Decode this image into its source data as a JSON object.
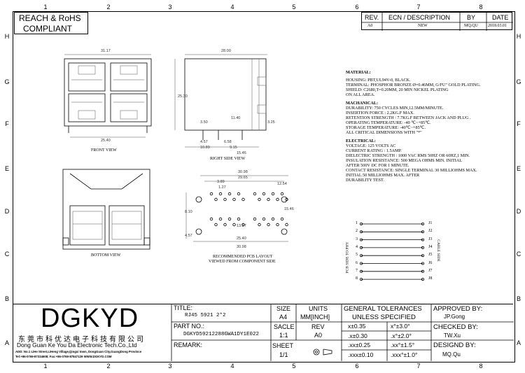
{
  "compliance": {
    "line1": "REACH & RoHS",
    "line2": "COMPLIANT"
  },
  "zones": {
    "columns": [
      "1",
      "2",
      "3",
      "4",
      "5",
      "6",
      "7",
      "8"
    ],
    "rows": [
      "H",
      "G",
      "F",
      "E",
      "D",
      "C",
      "B",
      "A"
    ]
  },
  "revision": {
    "headers": {
      "rev": "REV.",
      "desc": "ECN / DESCRIPTION",
      "by": "BY",
      "date": "DATE"
    },
    "row": {
      "rev": "A0",
      "desc": "NEW",
      "by": "MQ.QU",
      "date": "2018.03.01"
    }
  },
  "views": {
    "front": "FRONT VIEW",
    "side": "RIGHT SIDE VIEW",
    "bottom": "BOTTOM VIEW",
    "pcb_line1": "RECOMMENDED PCB LAYOUT",
    "pcb_line2": "VIEWED FROM COMPONENT SIDE"
  },
  "dimensions": {
    "front_width": "31.17",
    "front_base": "25.40",
    "side_width": "28.00",
    "side_height": "25.30",
    "side_a": "11.40",
    "side_b": "4.57",
    "side_c": "10.89",
    "side_d": "6.58",
    "side_e": "9.15",
    "side_f": "15.46",
    "side_g": "3.50",
    "side_h": "3.25",
    "pcb_a": "30.98",
    "pcb_b": "29.65",
    "pcb_c": "3.89",
    "pcb_d": "1.27",
    "pcb_e": "13.97",
    "pcb_f": "25.40",
    "pcb_g": "30.98",
    "pcb_h": "4.57",
    "pcb_i": "8.10",
    "pcb_j": "15.46",
    "pcb_k": "12.54"
  },
  "notes": {
    "material_title": "MATERIAL:",
    "material": [
      "HOUSING: PBT,UL94V-0, BLACK.",
      "TERMINAL: PHOSPHOR BRONZE Ø=0.46MM, G/FU\" GOLD PLATING.",
      "SHIELD: C2680,T=0.20MM, 20 MIN NICKEL PLATING",
      "          ON ALL AREA."
    ],
    "mechanical_title": "MACHANICAL:",
    "mechanical": [
      "DURABILITY: 750  CYCLES MIN,12.5MM/MINUTE.",
      "INSERTION FORCE : 2.2KG.F MAX.",
      "RETENTION STRENGTH : 7.7KG.F BETWEEN JACK AND PLUG .",
      "OPERATING TEMPERATURE: -40 ℃~+85℃.",
      "STORAGE TEMPERATURE:  -40℃~+85℃.",
      "ALL CRITICAL  DIMENSIONS WITH \"*\""
    ],
    "electrical_title": "ELECTRICAL:",
    "electrical": [
      "VOLTAGE: 125  VOLTS AC",
      "CURRENT RATING  : 1.5AMP.",
      "DIELECTRIC STRENGTH : 1000 VAC RMS 50HZ OR 60HZ,1 MIN.",
      "INSULATION RESISTANCE: 500  MEGA OHMS MIN. INITIAL",
      "                         AFTER  500V DC FOR 1 MINUTE.",
      "CONTACT RESISTANCE: SINGLE  TERMINAL 30 MILLIOHMS MAX.",
      "                         INITIAL 50 MILLIOHMS MAX. AFTER",
      "                         DURABILITY  TEST."
    ]
  },
  "schematic": {
    "pins": [
      "J1",
      "J2",
      "J3",
      "J4",
      "J5",
      "J6",
      "J7",
      "J8"
    ],
    "left_label": "PCB SIDE TO PHY",
    "right_label": "CABLE SIDE"
  },
  "titleblock": {
    "company": "DGKYD",
    "company_cn": "东莞市科优达电子科技有限公司",
    "company_en": "Dong Guan Ke You Da Electronic Tech.Co.,Ltd",
    "address": "ADD: No.1 LiHe Street,LiHeng Village,Qingxi town, DongGuan City,GuangDong Province",
    "contact": "Tel:+86-0769-87334608; Fax:+86-0769-87847129  WWW.DGKYD.COM",
    "title_label": "TITLE:",
    "title_value": "RJ45  5921  2*2",
    "part_label": "PART NO.:",
    "part_value": "DGKYD59212288GWA1DY1E022",
    "remark_label": "REMARK:",
    "size_label": "SIZE",
    "size_value": "A4",
    "units_label": "UNITS",
    "units_value": "MM[INCH]",
    "scale_label": "SACLE",
    "scale_value": "1:1",
    "rev_label": "REV",
    "rev_value": "A0",
    "sheet_label": "SHEET",
    "sheet_value": "1/1",
    "tol_title1": "GENERAL TOLERANCES",
    "tol_title2": "UNLESS SPECIFIED",
    "tol": [
      [
        "x±0.35",
        "x°±3.0°"
      ],
      [
        ".x±0.30",
        ".x°±2.0°"
      ],
      [
        ".xx±0.25",
        ".xx°±1.5°"
      ],
      [
        ".xxx±0.10",
        ".xxx°±1.0°"
      ]
    ],
    "approved_label": "APPROVED BY:",
    "approved_value": "JP.Gong",
    "checked_label": "CHECKED BY:",
    "checked_value": "TW.Xu",
    "designed_label": "DESIGND BY:",
    "designed_value": "MQ.Qu"
  }
}
